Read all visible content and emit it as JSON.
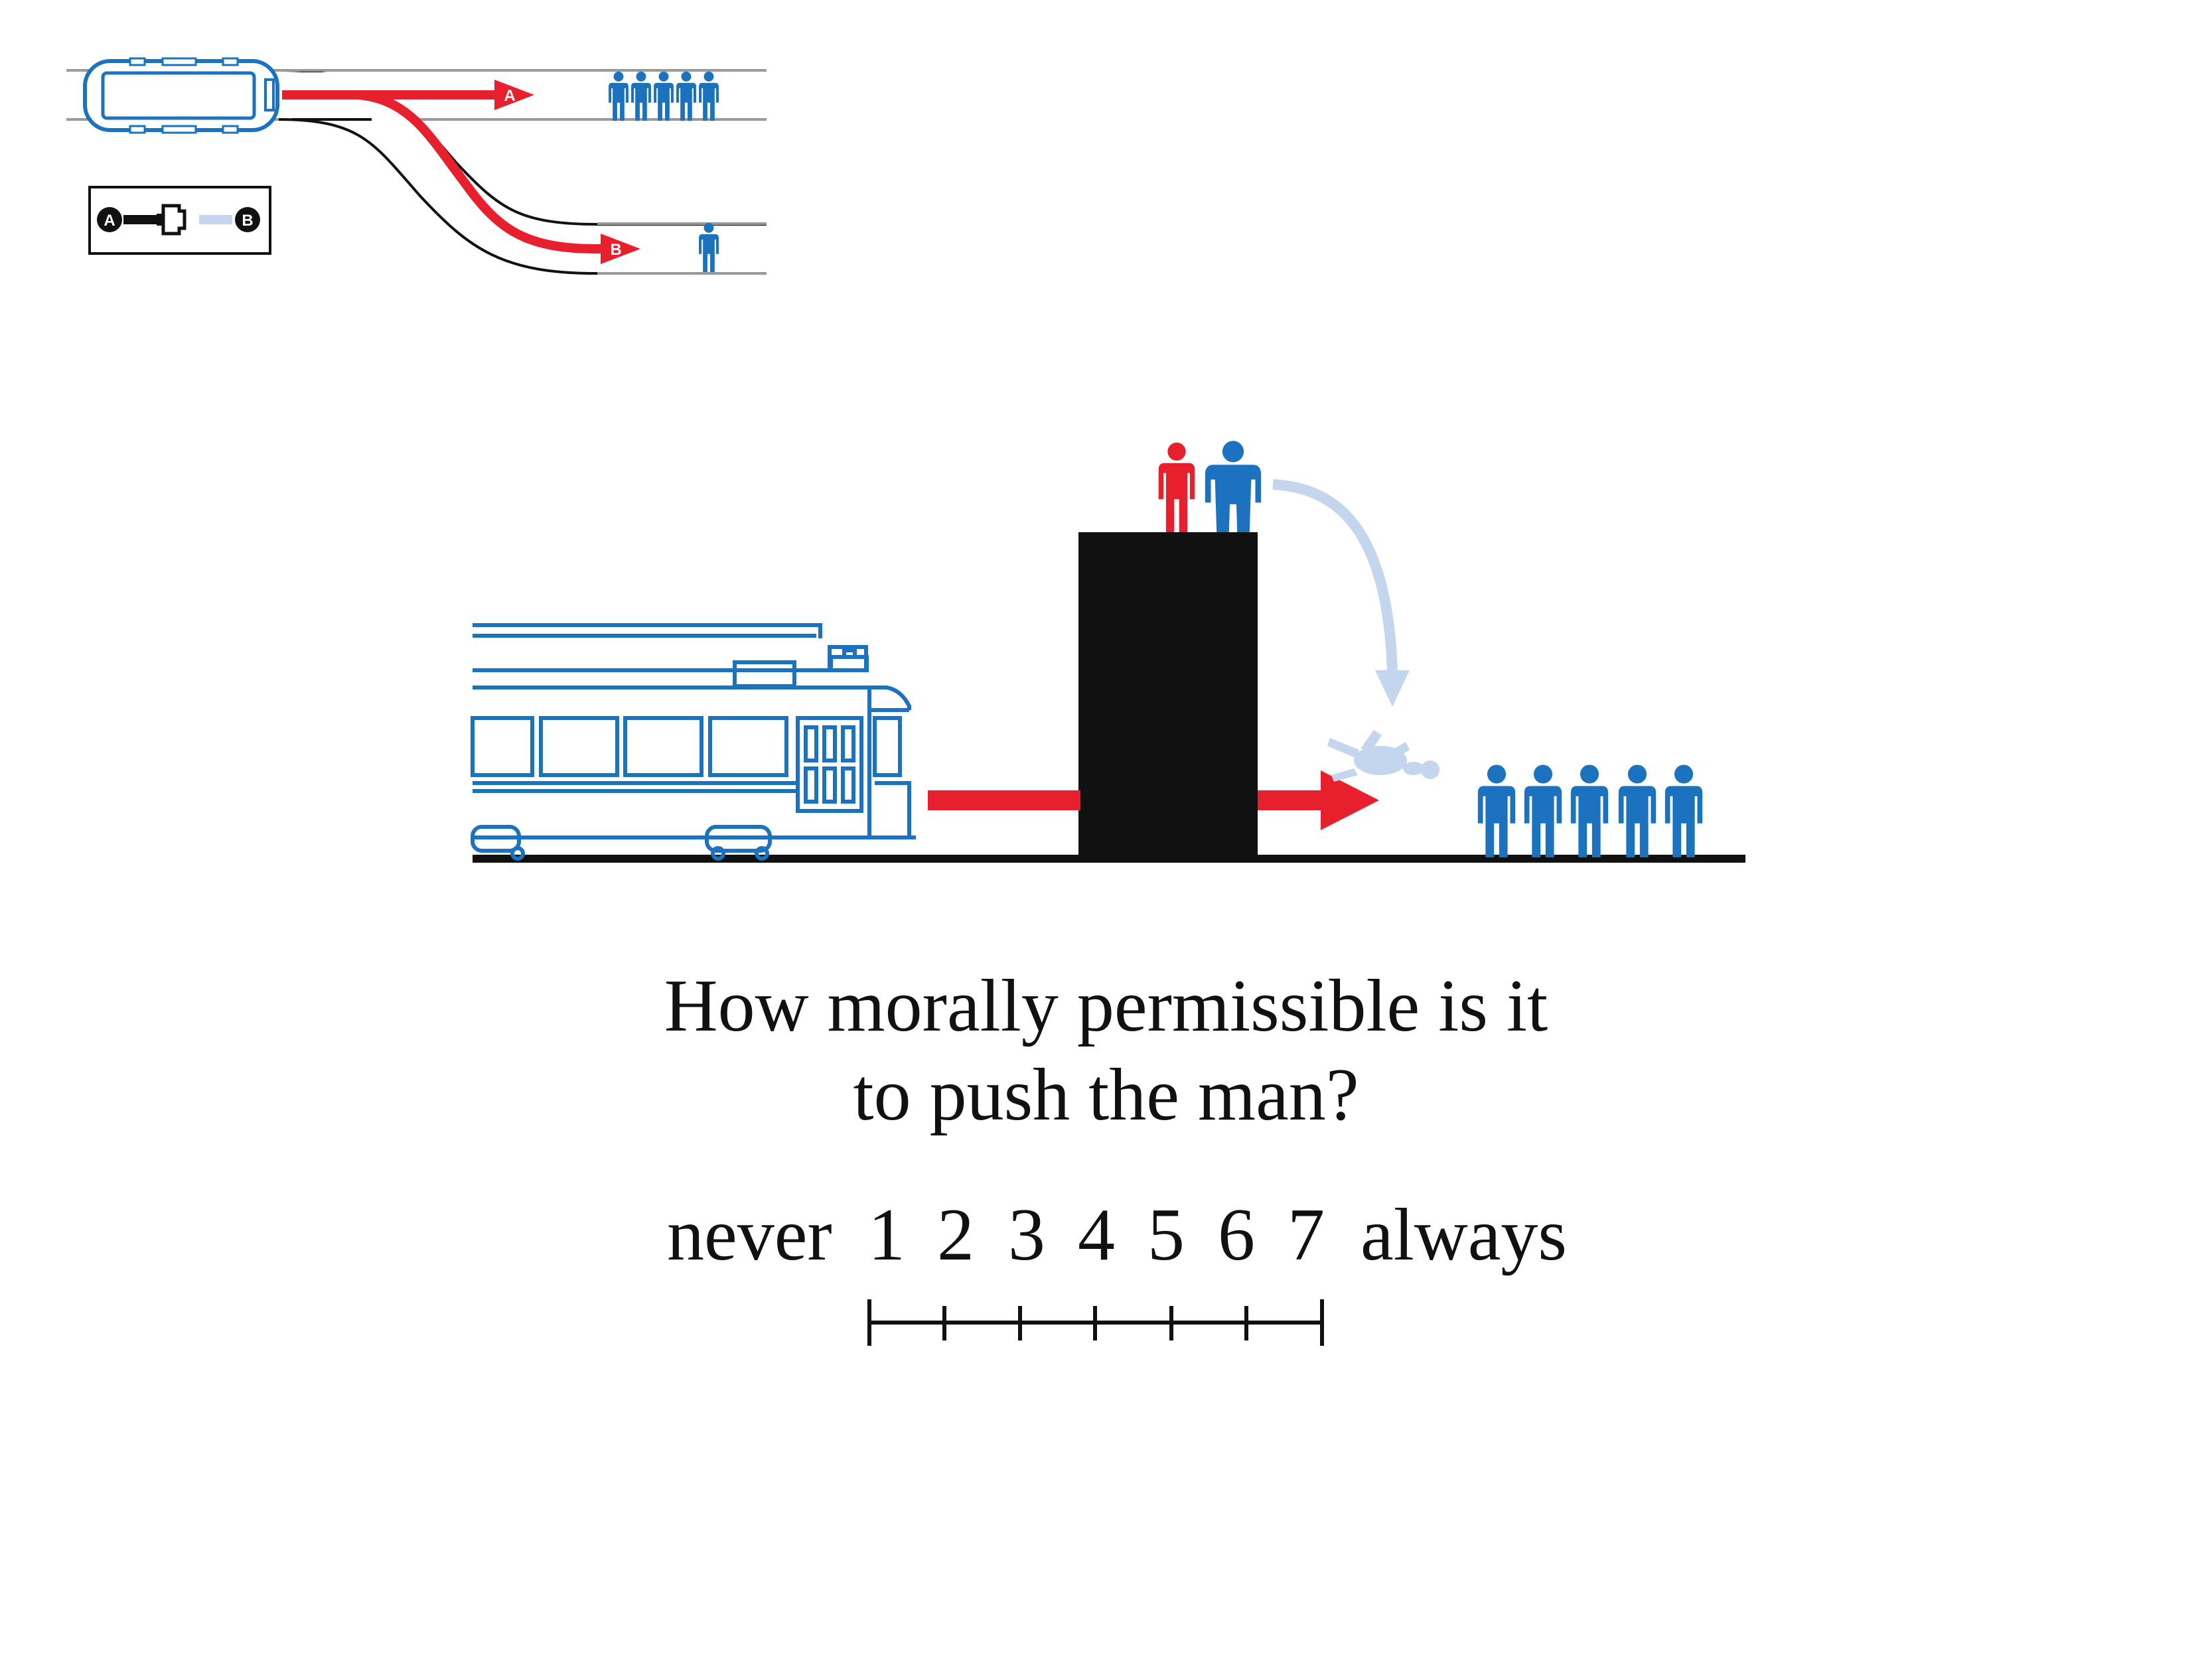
{
  "top_diagram": {
    "track_a_label": "A",
    "track_b_label": "B",
    "switch_left_label": "A",
    "switch_right_label": "B",
    "people_on_track_a": 5,
    "people_on_track_b": 1
  },
  "main_diagram": {
    "people_on_track": 5
  },
  "question": {
    "line1": "How morally permissible is it",
    "line2": "to push the man?"
  },
  "scale": {
    "left_label": "never",
    "right_label": "always",
    "numbers": [
      "1",
      "2",
      "3",
      "4",
      "5",
      "6",
      "7"
    ]
  },
  "colors": {
    "red": "#e8202e",
    "blue": "#1b73c0",
    "light_blue": "#c4d6ee",
    "black": "#111111",
    "grey_line": "#999999"
  }
}
